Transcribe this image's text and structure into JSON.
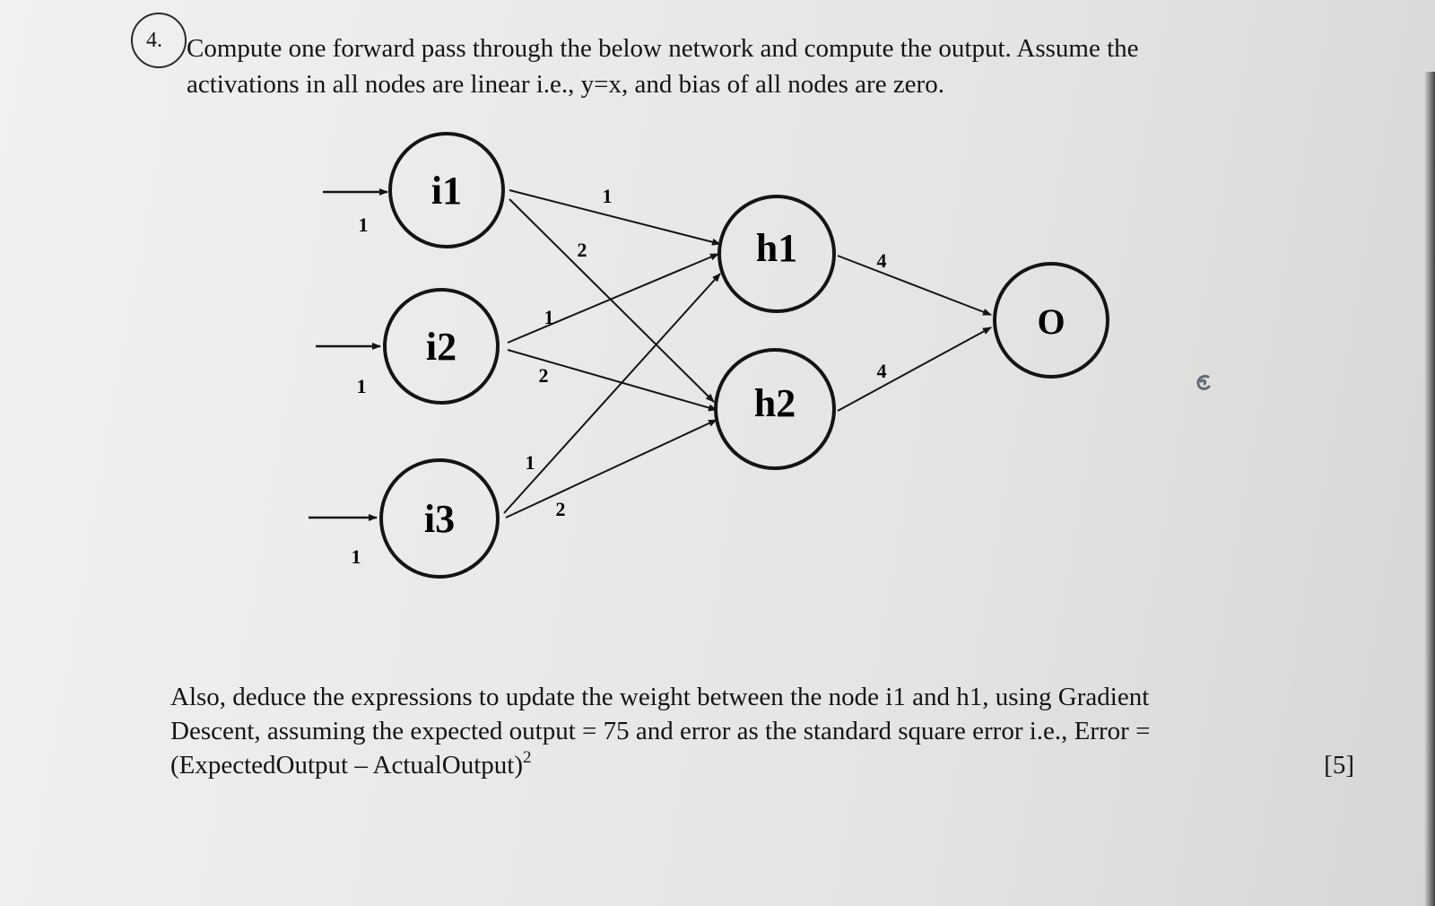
{
  "question": {
    "number": "4.",
    "line1": "Compute one forward pass through the below network and compute the output. Assume the",
    "line2": "activations in all nodes are linear i.e., y=x, and bias of all nodes are zero."
  },
  "network": {
    "nodes": {
      "i1": "i1",
      "i2": "i2",
      "i3": "i3",
      "h1": "h1",
      "h2": "h2",
      "o": "O"
    },
    "inputs": {
      "i1": "1",
      "i2": "1",
      "i3": "1"
    },
    "weights": {
      "i1_h1": "1",
      "i1_h2": "2",
      "i2_h1": "1",
      "i2_h2": "2",
      "i3_h1": "1",
      "i3_h2": "2",
      "h1_o": "4",
      "h2_o": "4"
    }
  },
  "followup": {
    "line1": "Also, deduce the expressions to update the weight between the node i1 and h1, using Gradient",
    "line2": "Descent, assuming the expected output = 75 and error as the standard square error i.e., Error =",
    "line3": "(ExpectedOutput – ActualOutput)",
    "superscript": "2",
    "marks": "[5]"
  }
}
